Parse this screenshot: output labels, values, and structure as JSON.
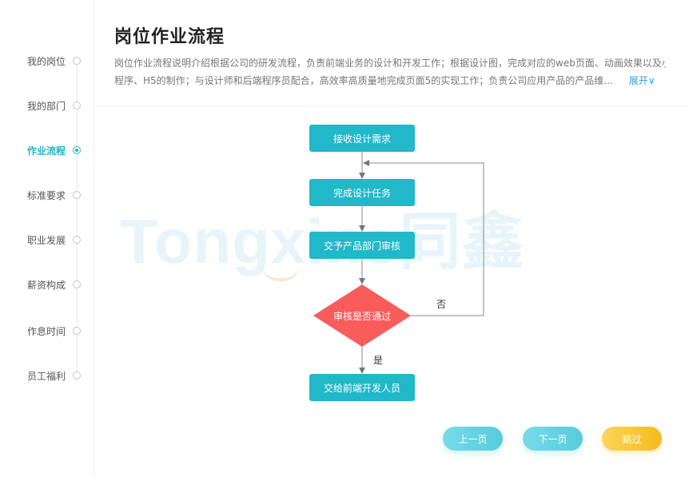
{
  "sidebar": {
    "items": [
      {
        "label": "我的岗位",
        "active": false
      },
      {
        "label": "我的部门",
        "active": false
      },
      {
        "label": "作业流程",
        "active": true
      },
      {
        "label": "标准要求",
        "active": false
      },
      {
        "label": "职业发展",
        "active": false
      },
      {
        "label": "薪资构成",
        "active": false
      },
      {
        "label": "作息时间",
        "active": false
      },
      {
        "label": "员工福利",
        "active": false
      }
    ]
  },
  "header": {
    "title": "岗位作业流程",
    "description_line1": "岗位作业流程说明介绍根据公司的研发流程，负责前端业务的设计和开发工作；根据设计图，完成对应的web页面、动画效果以及小",
    "description_line2": "程序、H5的制作；与设计师和后端程序员配合，高效率高质量地完成页面5的实现工作；负责公司应用产品的产品维...",
    "expand_label": "展开∨"
  },
  "watermark": {
    "text": "Tongxine同鑫"
  },
  "flowchart": {
    "step1": "接收设计需求",
    "step2": "完成设计任务",
    "step3": "交予产品部门审核",
    "decision": "审核是否通过",
    "no_label": "否",
    "yes_label": "是",
    "step4": "交给前端开发人员",
    "node_color": "#21b8c9",
    "decision_color": "#fa5c5c"
  },
  "footer": {
    "prev_label": "上一页",
    "next_label": "下一页",
    "skip_label": "跳过"
  }
}
